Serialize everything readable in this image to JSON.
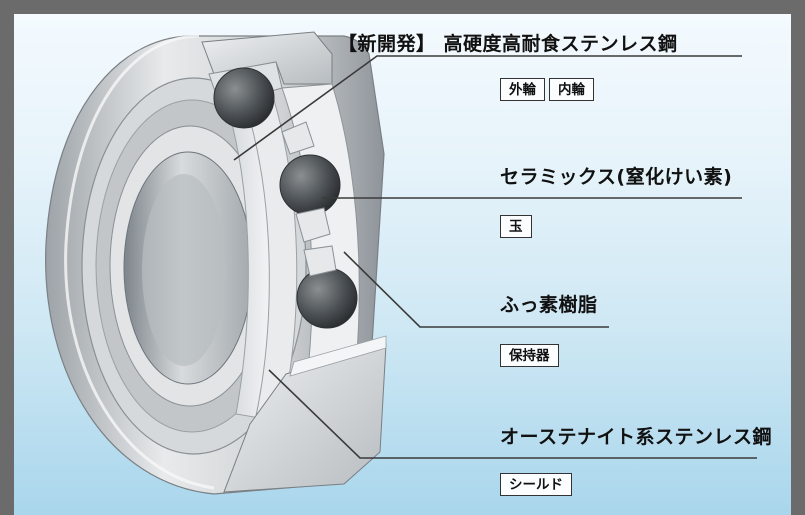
{
  "callouts": [
    {
      "prefix": "【新開発】",
      "material": "高硬度高耐食ステンレス鋼",
      "parts": [
        "外輪",
        "内輪"
      ]
    },
    {
      "material": "セラミックス(窒化けい素)",
      "parts": [
        "玉"
      ]
    },
    {
      "material": "ふっ素樹脂",
      "parts": [
        "保持器"
      ]
    },
    {
      "material": "オーステナイト系ステンレス鋼",
      "parts": [
        "シールド"
      ]
    }
  ],
  "colors": {
    "background_top": "#f4fafe",
    "background_bottom": "#a9d6ec",
    "leader_line": "#3a3a3a",
    "bearing_metal": "#c9ccce"
  }
}
